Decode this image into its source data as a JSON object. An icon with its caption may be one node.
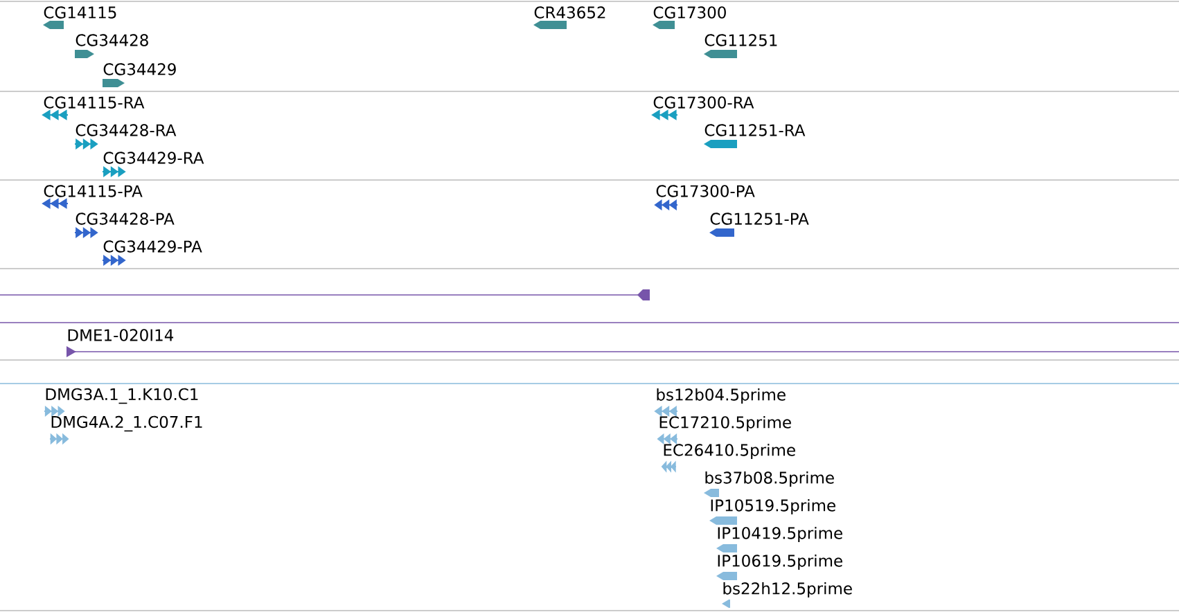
{
  "diagram": {
    "nodes": [
      {
        "text": [
          "CG14115"
        ]
      },
      {
        "text": [
          "CG34428"
        ]
      },
      {
        "text": [
          "CG34429"
        ]
      },
      {
        "text": [
          "CR43652"
        ]
      },
      {
        "text": [
          "CG17300"
        ]
      },
      {
        "text": [
          "CG11251"
        ]
      },
      {
        "text": [
          "CG14115-RA"
        ]
      },
      {
        "text": [
          "CG34428-RA"
        ]
      },
      {
        "text": [
          "CG34429-RA"
        ]
      },
      {
        "text": [
          "CG17300-RA"
        ]
      },
      {
        "text": [
          "CG11251-RA"
        ]
      },
      {
        "text": [
          "CG14115-PA"
        ]
      },
      {
        "text": [
          "CG34428-PA"
        ]
      },
      {
        "text": [
          "CG34429-PA"
        ]
      },
      {
        "text": [
          "CG17300-PA"
        ]
      },
      {
        "text": [
          "CG11251-PA"
        ]
      },
      {
        "text": [],
        "shape": "bar"
      },
      {
        "text": [
          "DME1-020I14"
        ]
      },
      {
        "text": [
          "DMG3A.1_1.K10.C1"
        ]
      },
      {
        "text": [
          "DMG4A.2_1.C07.F1"
        ]
      },
      {
        "text": [
          "bs12b04.5prime"
        ]
      },
      {
        "text": [
          "EC17210.5prime"
        ]
      },
      {
        "text": [
          "EC26410.5prime"
        ]
      },
      {
        "text": [
          "bs37b08.5prime"
        ]
      },
      {
        "text": [
          "IP10519.5prime"
        ]
      },
      {
        "text": [
          "IP10419.5prime"
        ]
      },
      {
        "text": [
          "IP10619.5prime"
        ]
      },
      {
        "text": [
          "bs22h12.5prime"
        ]
      }
    ]
  }
}
